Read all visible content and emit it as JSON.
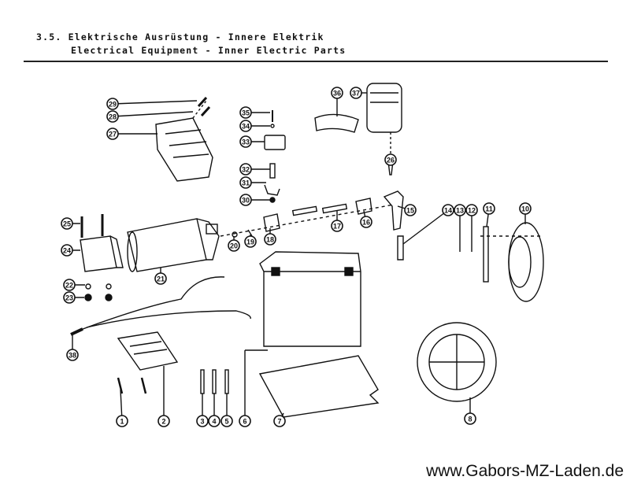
{
  "header": {
    "title_de": "3.5. Elektrische Ausrüstung - Innere Elektrik",
    "title_en": "Electrical Equipment - Inner Electric Parts"
  },
  "callouts": [
    "1",
    "2",
    "3",
    "4",
    "5",
    "6",
    "7",
    "8",
    "10",
    "11",
    "12",
    "13",
    "14",
    "15",
    "16",
    "17",
    "18",
    "19",
    "20",
    "21",
    "22",
    "23",
    "24",
    "25",
    "26",
    "27",
    "28",
    "29",
    "30",
    "31",
    "32",
    "33",
    "34",
    "35",
    "36",
    "37",
    "38"
  ],
  "watermark": "www.Gabors-MZ-Laden.de"
}
